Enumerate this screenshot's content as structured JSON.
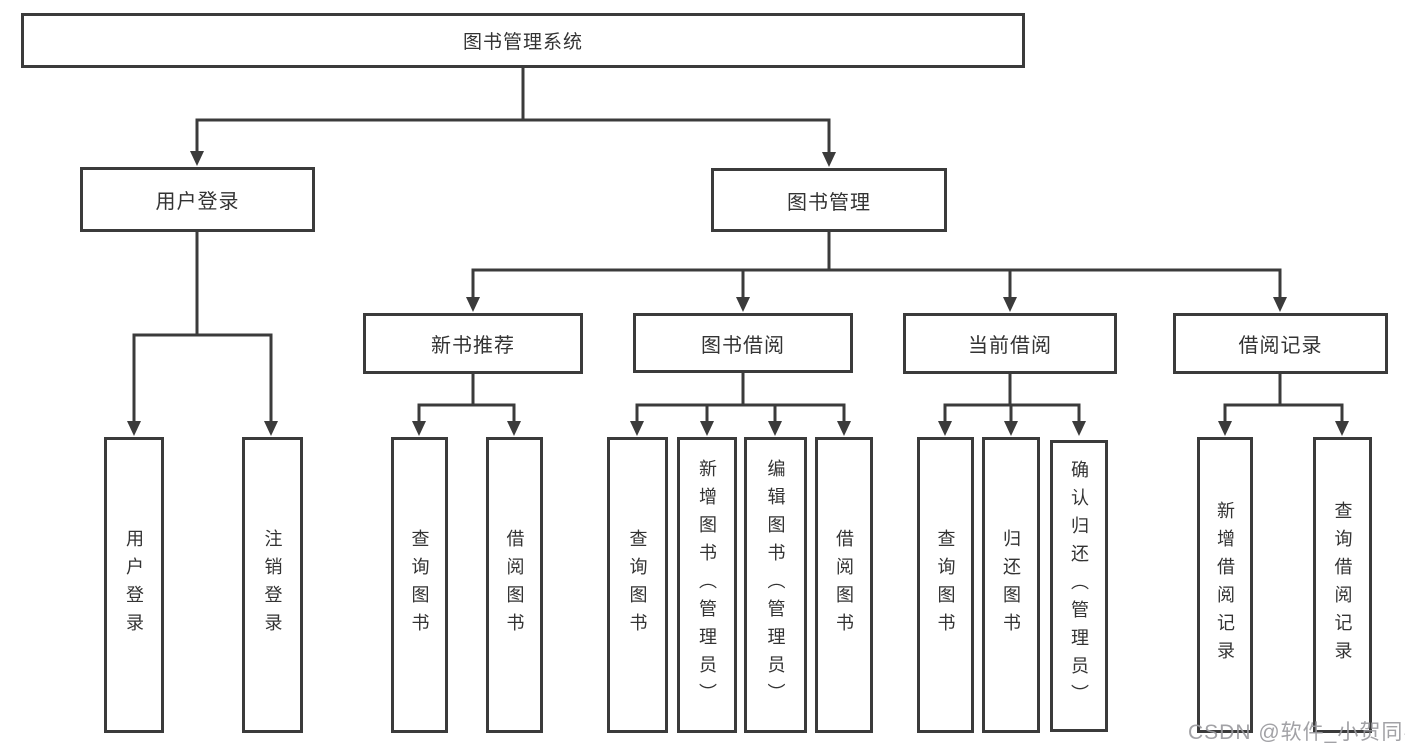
{
  "diagram": {
    "root": "图书管理系统",
    "level2": {
      "user_login": "用户登录",
      "book_mgmt": "图书管理"
    },
    "level3": {
      "new_book_rec": "新书推荐",
      "book_borrow": "图书借阅",
      "current_borrow": "当前借阅",
      "borrow_records": "借阅记录"
    },
    "leaves": {
      "login": [
        "用户登录",
        "注销登录"
      ],
      "new_book_rec": [
        "查询图书",
        "借阅图书"
      ],
      "book_borrow": [
        "查询图书",
        "新增图书（管理员）",
        "编辑图书（管理员）",
        "借阅图书"
      ],
      "current_borrow": [
        "查询图书",
        "归还图书",
        "确认归还（管理员）"
      ],
      "borrow_records": [
        "新增借阅记录",
        "查询借阅记录"
      ]
    }
  },
  "watermark": "CSDN @软件_小贺同学",
  "colors": {
    "line": "#3b3b3b",
    "text": "#333333",
    "watermark": "#9a9a9e",
    "background": "#ffffff"
  }
}
